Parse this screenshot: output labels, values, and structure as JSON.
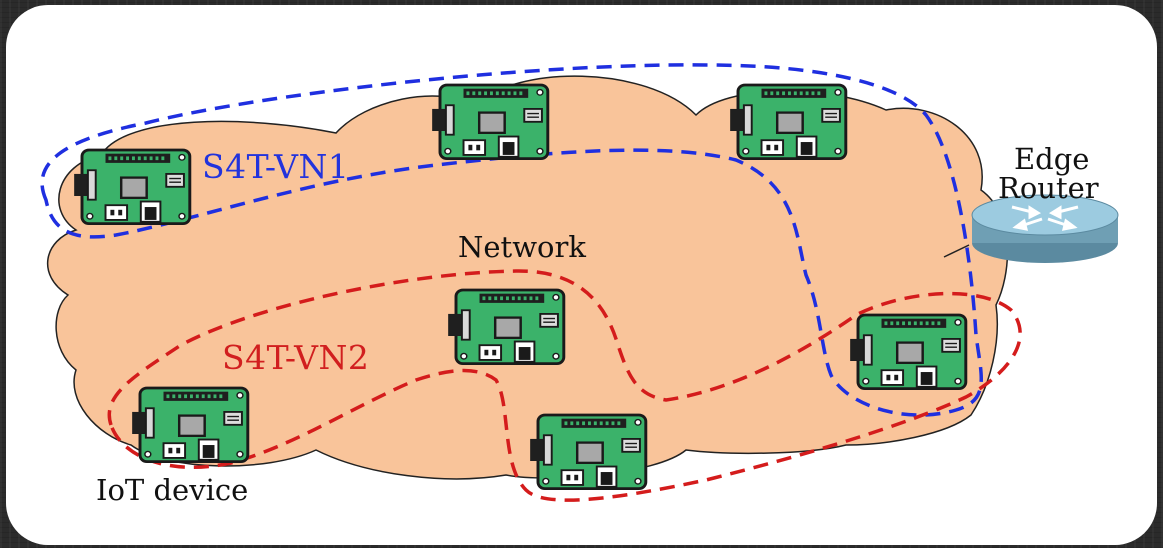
{
  "labels": {
    "vn1": "S4T-VN1",
    "vn2": "S4T-VN2",
    "network": "Network",
    "edge_router_line1": "Edge",
    "edge_router_line2": "Router",
    "iot_device": "IoT device"
  },
  "colors": {
    "cloud_fill": "#f9c49a",
    "cloud_stroke": "#222222",
    "vn1_color": "#1f2fe0",
    "vn2_color": "#d41c1c",
    "board_color": "#3bb26a",
    "router_color": "#6f9fb4"
  },
  "nodes": [
    {
      "id": "dev-1",
      "network": "S4T-VN1"
    },
    {
      "id": "dev-2",
      "network": "S4T-VN1"
    },
    {
      "id": "dev-3",
      "network": "S4T-VN1"
    },
    {
      "id": "dev-4",
      "network": "S4T-VN2"
    },
    {
      "id": "dev-5",
      "network": "S4T-VN2"
    },
    {
      "id": "dev-6",
      "network": "S4T-VN2"
    },
    {
      "id": "dev-7",
      "network": "S4T-VN1 / S4T-VN2"
    }
  ],
  "icons": [
    "iot-board-icon",
    "edge-router-icon",
    "network-cloud-icon"
  ]
}
